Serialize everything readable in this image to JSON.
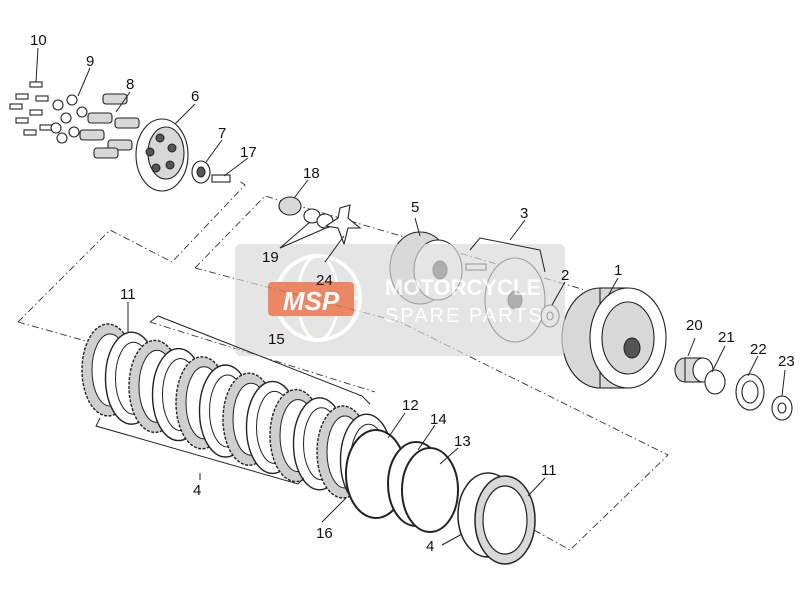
{
  "callouts": [
    {
      "id": "c10",
      "text": "10"
    },
    {
      "id": "c9",
      "text": "9"
    },
    {
      "id": "c8",
      "text": "8"
    },
    {
      "id": "c6",
      "text": "6"
    },
    {
      "id": "c7",
      "text": "7"
    },
    {
      "id": "c17",
      "text": "17"
    },
    {
      "id": "c18",
      "text": "18"
    },
    {
      "id": "c19",
      "text": "19"
    },
    {
      "id": "c24",
      "text": "24"
    },
    {
      "id": "c5",
      "text": "5"
    },
    {
      "id": "c3",
      "text": "3"
    },
    {
      "id": "c2",
      "text": "2"
    },
    {
      "id": "c1",
      "text": "1"
    },
    {
      "id": "c20",
      "text": "20"
    },
    {
      "id": "c21",
      "text": "21"
    },
    {
      "id": "c22",
      "text": "22"
    },
    {
      "id": "c23",
      "text": "23"
    },
    {
      "id": "c11a",
      "text": "11"
    },
    {
      "id": "c15",
      "text": "15"
    },
    {
      "id": "c12",
      "text": "12"
    },
    {
      "id": "c14",
      "text": "14"
    },
    {
      "id": "c13",
      "text": "13"
    },
    {
      "id": "c4a",
      "text": "4"
    },
    {
      "id": "c16",
      "text": "16"
    },
    {
      "id": "c11b",
      "text": "11"
    },
    {
      "id": "c4b",
      "text": "4"
    }
  ],
  "watermark": {
    "logo": "MSP",
    "line1": "MOTORCYCLE",
    "line2": "SPARE PARTS",
    "accent_color": "#e8734a",
    "bg_color": "#d9d9d9"
  }
}
